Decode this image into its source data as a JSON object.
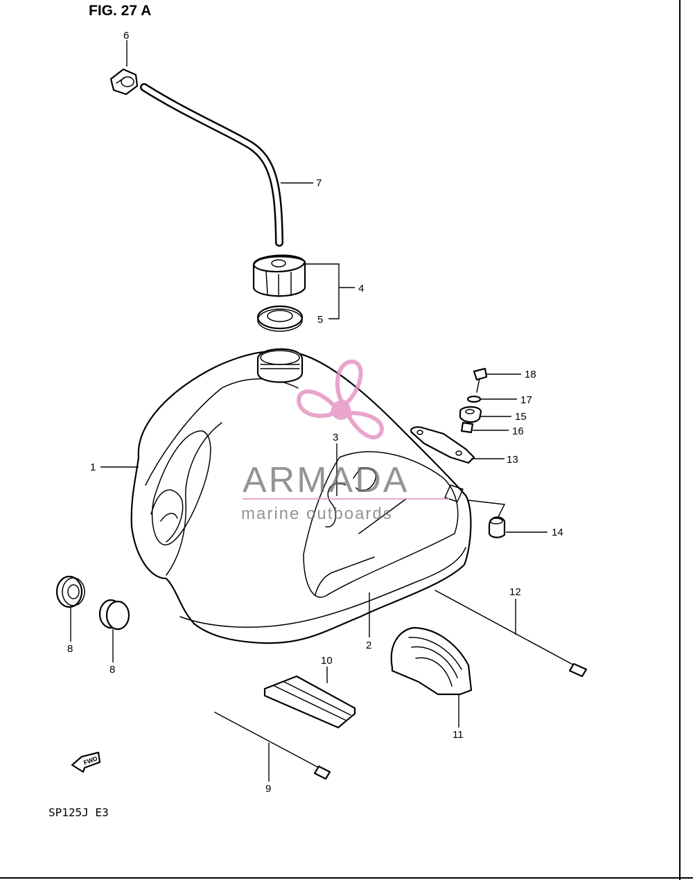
{
  "figure": {
    "title": "FIG. 27 A",
    "model_code": "SP125J  E3"
  },
  "watermark": {
    "brand": "ARMADA",
    "tagline": "marine outboards",
    "accent_color": "#e48fc0",
    "text_color": "#6b6b6b"
  },
  "direction_marker": {
    "label": "FWD",
    "icon": "fwd-arrow-icon"
  },
  "callouts": [
    "1",
    "2",
    "3",
    "4",
    "5",
    "6",
    "7",
    "8",
    "8",
    "9",
    "10",
    "11",
    "12",
    "13",
    "14",
    "15",
    "16",
    "17",
    "18"
  ],
  "colors": {
    "ink": "#000000",
    "paper": "#ffffff"
  }
}
